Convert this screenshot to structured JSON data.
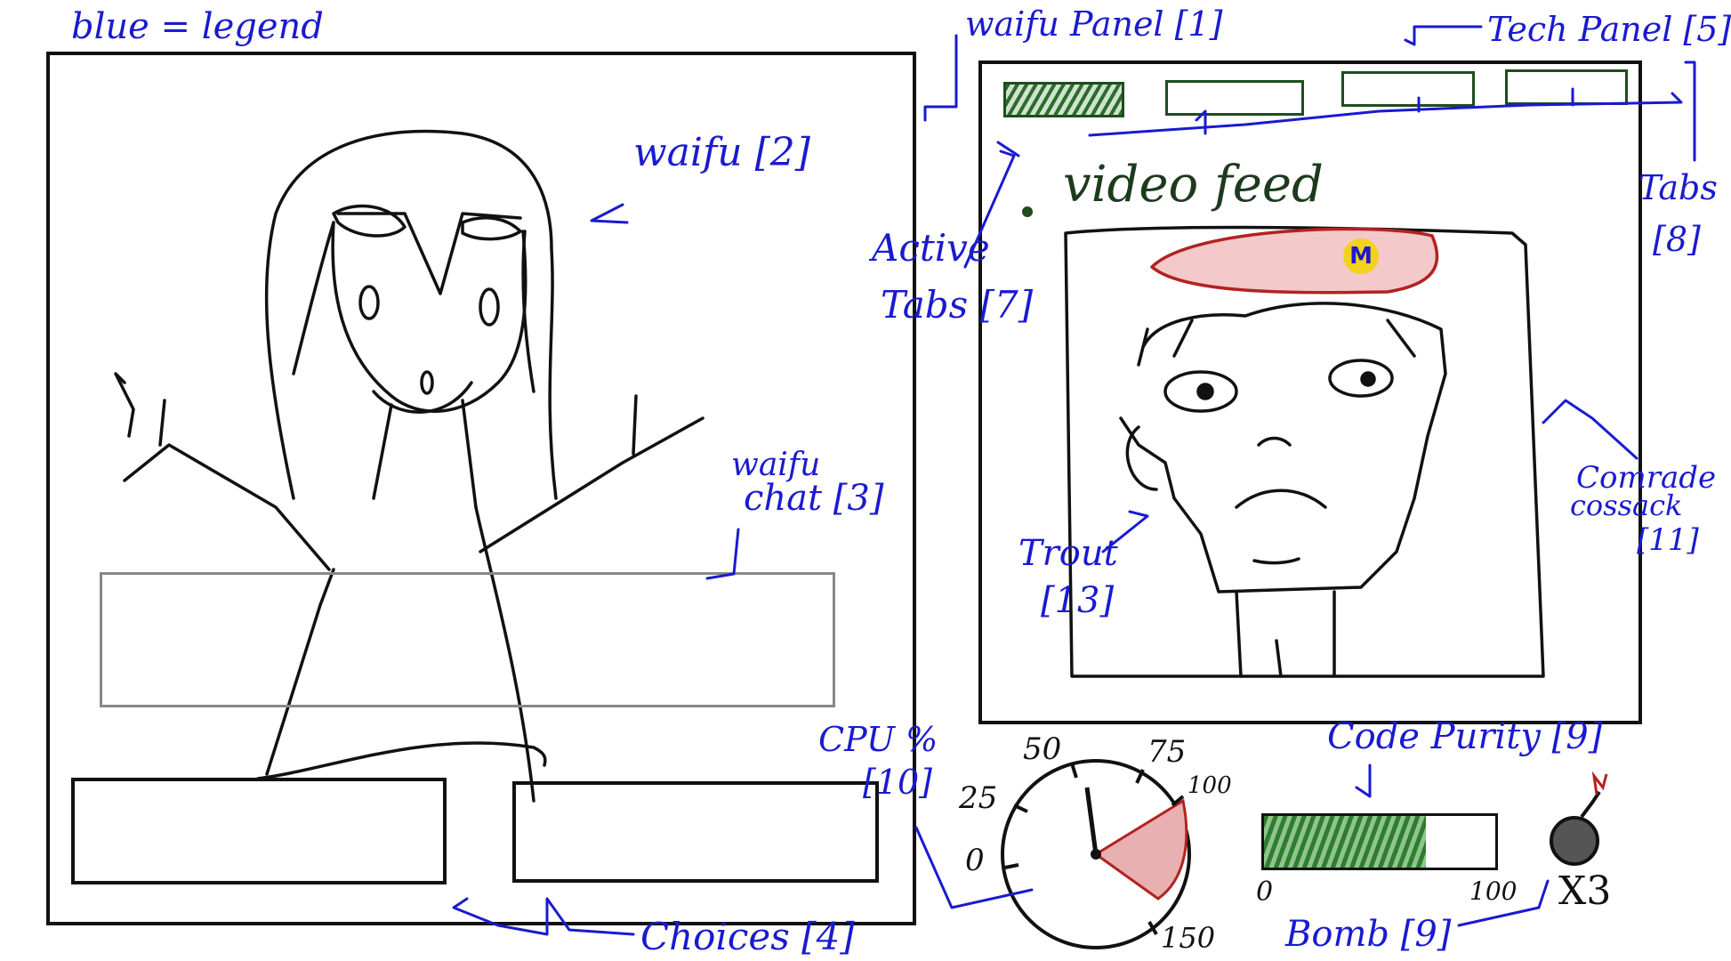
{
  "legend": {
    "text": "blue = legend"
  },
  "colors": {
    "ink": "#111111",
    "legend": "#1a1ad0",
    "tab_green": "#1e4d1e",
    "ham_red": "#b22222",
    "purity_green": "#2f7d2f",
    "cpu_red": "#b22222"
  },
  "labels": {
    "waifu_panel": "waifu Panel [1]",
    "waifu": "waifu [2]",
    "waifu_chat_line1": "waifu",
    "waifu_chat_line2": "chat [3]",
    "choices": "Choices [4]",
    "tech_panel": "Tech Panel [5]",
    "active_tabs_line1": "Active",
    "active_tabs_line2": "Tabs [7]",
    "tabs_line1": "Tabs",
    "tabs_line2": "[8]",
    "comrade_line1": "Comrade",
    "comrade_line2": "cossack",
    "comrade_line3": "[11]",
    "trout_line1": "Trout",
    "trout_line2": "[13]",
    "cpu_line1": "CPU %",
    "cpu_line2": "[10]",
    "code_purity": "Code Purity [9]",
    "bomb": "Bomb [9]"
  },
  "video_feed": {
    "label": "video feed",
    "hat_letter": "M"
  },
  "gauge": {
    "ticks": [
      "0",
      "25",
      "50",
      "75",
      "100",
      "150"
    ],
    "min": 0,
    "max": 150,
    "needle_value": 50,
    "danger_from": 100
  },
  "purity": {
    "min_label": "0",
    "max_label": "100",
    "value": 70
  },
  "bomb": {
    "count_label": "X3"
  },
  "tabs": [
    {
      "name": "tab-1",
      "active": true
    },
    {
      "name": "tab-2",
      "active": false
    },
    {
      "name": "tab-3",
      "active": false
    },
    {
      "name": "tab-4",
      "active": false
    }
  ],
  "icons": [
    "bomb-icon",
    "arrow-icon",
    "bullet-dot-icon"
  ]
}
